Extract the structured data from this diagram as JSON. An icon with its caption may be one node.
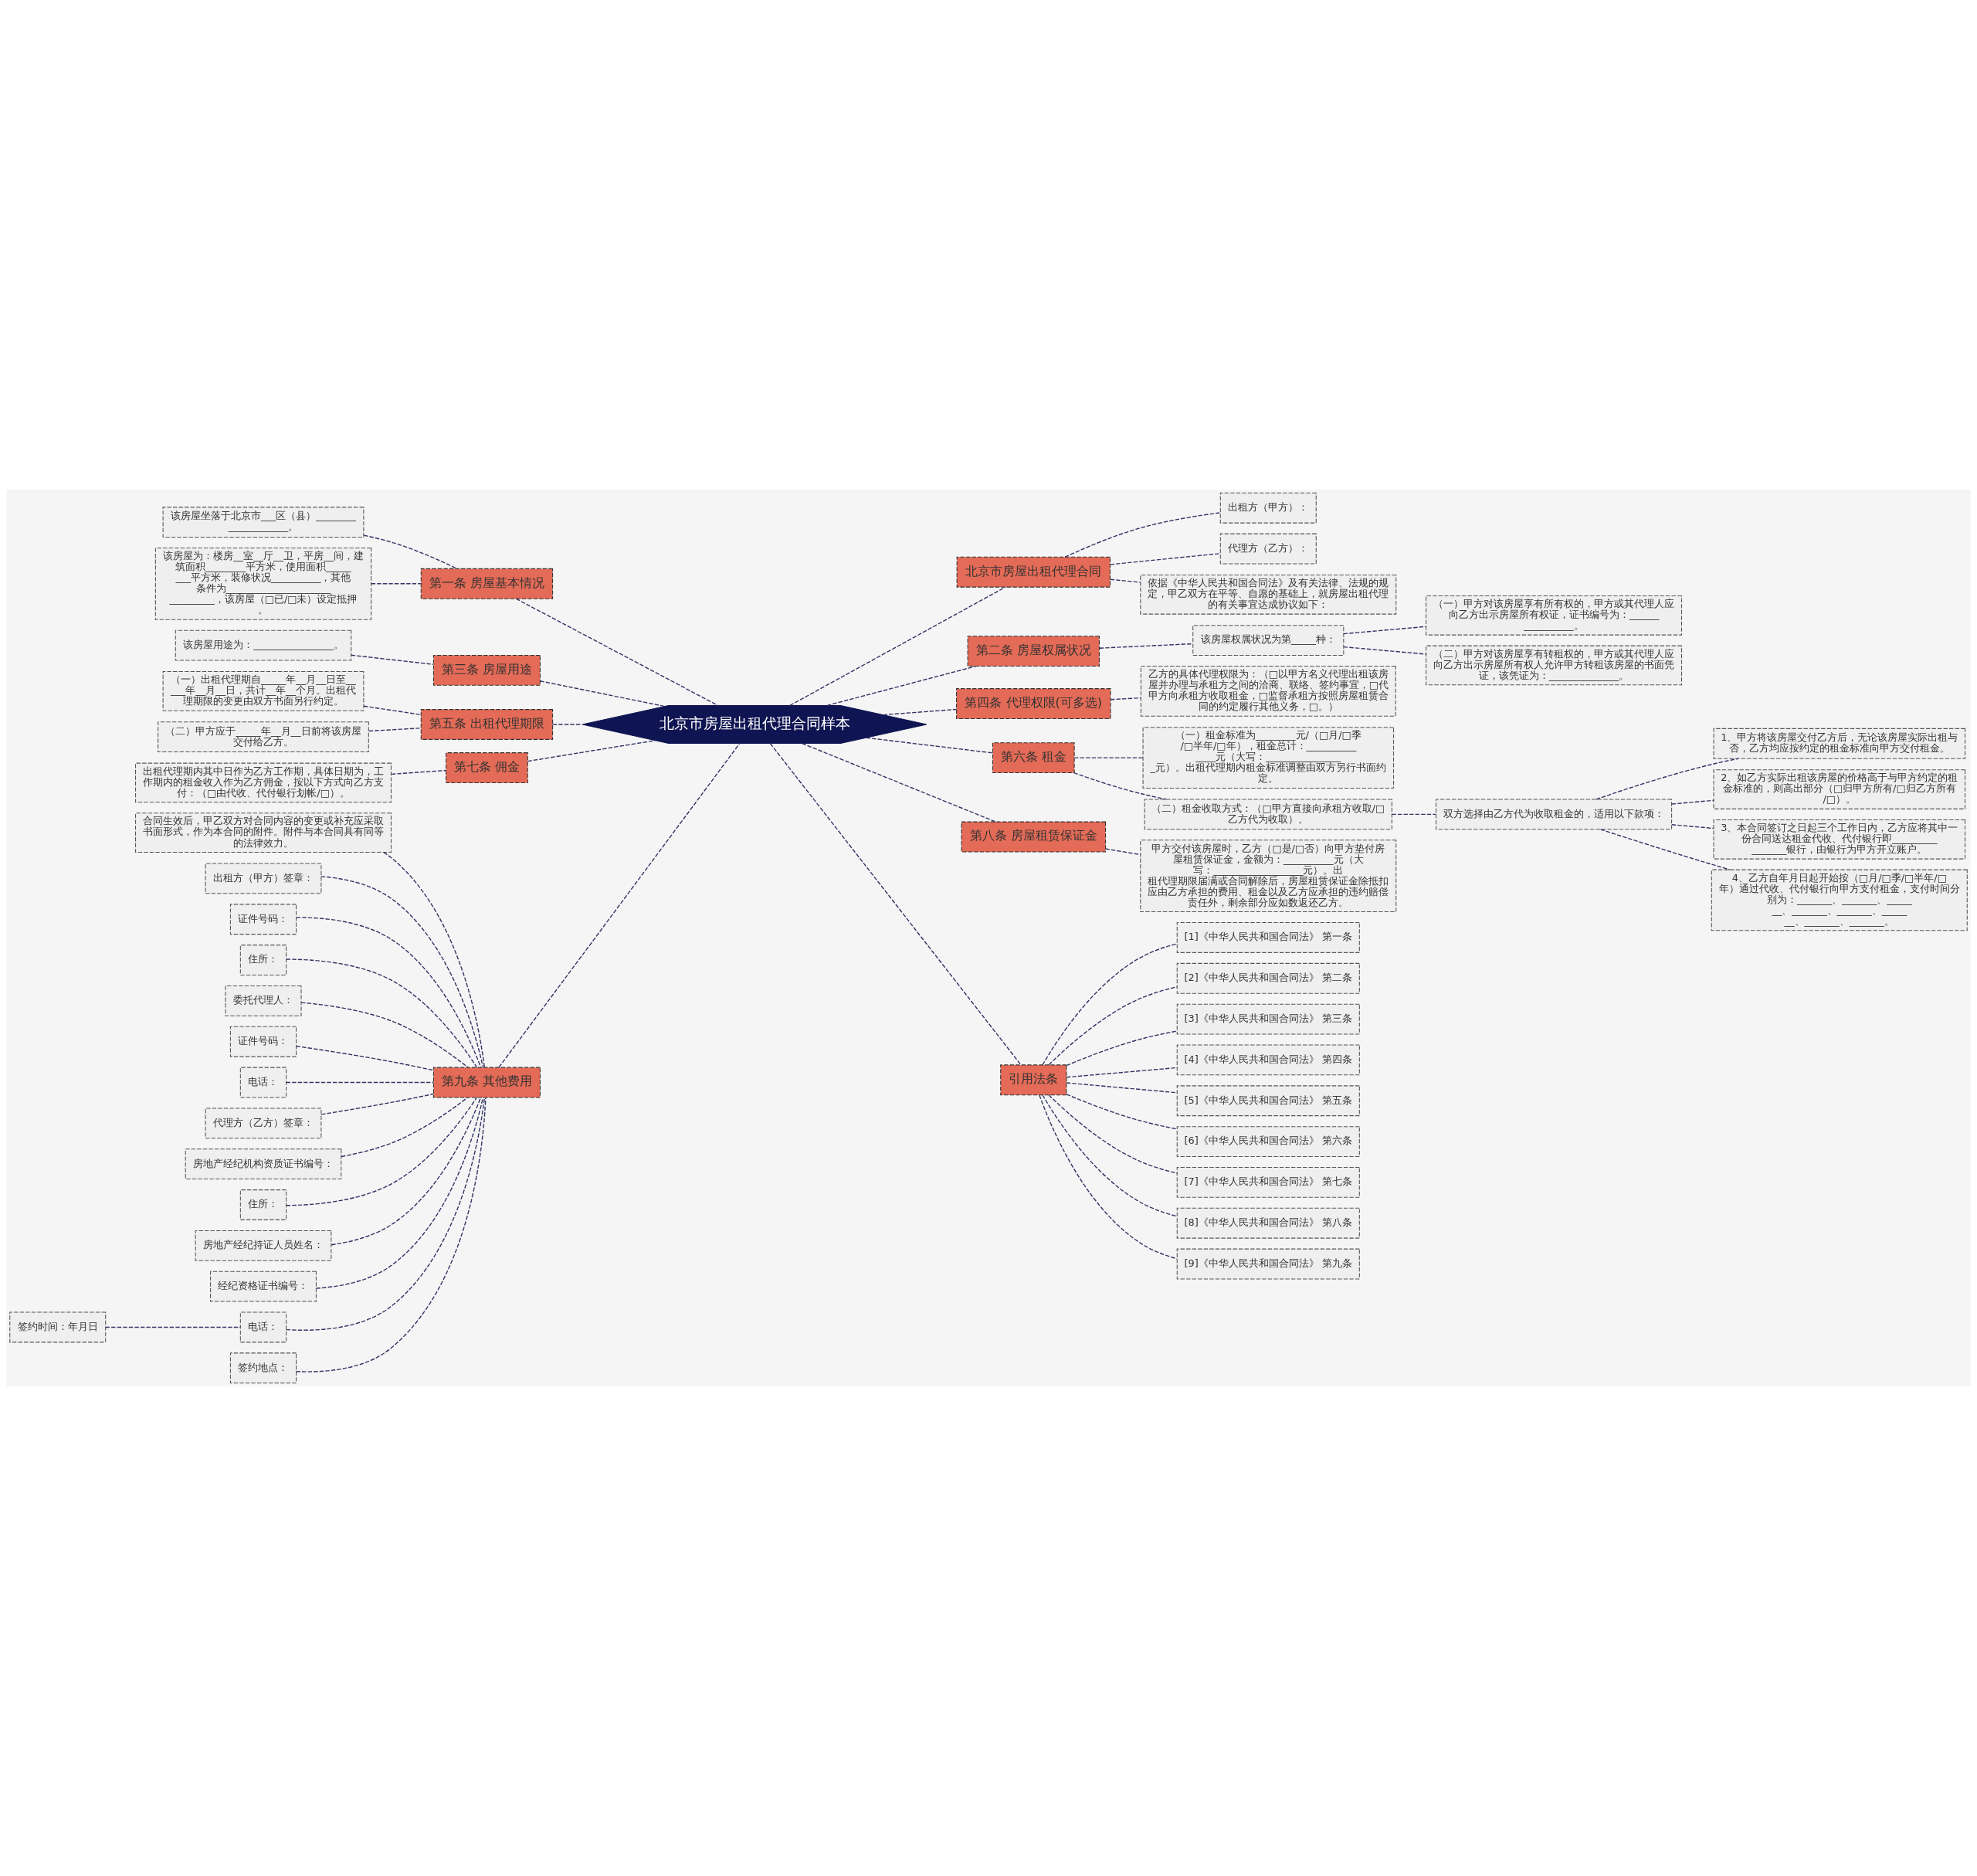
{
  "diagram": {
    "nodes": [
      {
        "text": [
          "北京市房屋出租代理合同样本"
        ]
      },
      {
        "text": [
          "北京市房屋出租代理合同"
        ]
      },
      {
        "text": [
          "出租方（甲方）："
        ]
      },
      {
        "text": [
          "代理方（乙方）："
        ]
      },
      {
        "text": [
          "依据《中华人民共和国合同法》及有关法律、法规的规定，甲乙双方在平等、自愿的基础上，就房屋出租代理的有关事宜达成协议如下："
        ]
      },
      {
        "text": [
          "第二条 房屋权属状况"
        ]
      },
      {
        "text": [
          "该房屋权属状况为第_____种："
        ]
      },
      {
        "text": [
          "（一）甲方对该房屋享有所有权的，甲方或其代理人应向乙方出示房屋所有权证，证书编号为：________________。"
        ]
      },
      {
        "text": [
          "（二）甲方对该房屋享有转租权的，甲方或其代理人应向乙方出示房屋所有权人允许甲方转租该房屋的书面凭证，该凭证为：______________。"
        ]
      },
      {
        "text": [
          "第四条 代理权限(可多选)"
        ]
      },
      {
        "text": [
          "乙方的具体代理权限为：（□以甲方名义代理出租该房屋并办理与承租方之间的洽商、联络、签约事宜，□代甲方向承租方收取租金，□监督承租方按照房屋租赁合同的约定履行其他义务，□。）"
        ]
      },
      {
        "text": [
          "第六条 租金"
        ]
      },
      {
        "text": [
          "（一）租金标准为________元/（□月/□季/□半年/□年），租金总计：______________元（大写：________________元）。出租代理期内租金标准调整由双方另行书面约定。"
        ]
      },
      {
        "text": [
          "（二）租金收取方式：（□甲方直接向承租方收取/□乙方代为收取）。"
        ]
      },
      {
        "text": [
          "双方选择由乙方代为收取租金的，适用以下款项："
        ]
      },
      {
        "text": [
          "1、甲方将该房屋交付乙方后，无论该房屋实际出租与否，乙方均应按约定的租金标准向甲方交付租金。"
        ]
      },
      {
        "text": [
          "2、如乙方实际出租该房屋的价格高于与甲方约定的租金标准的，则高出部分（□归甲方所有/□归乙方所有/□）。"
        ]
      },
      {
        "text": [
          "3、本合同签订之日起三个工作日内，乙方应将其中一份合同送达租金代收、代付银行即________________银行，由银行为甲方开立账户。"
        ]
      },
      {
        "text": [
          "4、乙方自年月日起开始按（□月/□季/□半年/□年）通过代收、代付银行向甲方支付租金，支付时间分别为：_______、_______、_______、_______、_______、_______、_______、_______。"
        ]
      },
      {
        "text": [
          "第八条 房屋租赁保证金"
        ]
      },
      {
        "text": [
          "甲方交付该房屋时，乙方（□是/□否）向甲方垫付房屋租赁保证金，金额为：__________元（大写：__________________元）。出租代理期限届满或合同解除后，房屋租赁保证金除抵扣应由乙方承担的费用、租金以及乙方应承担的违约赔偿责任外，剩余部分应如数返还乙方。"
        ]
      },
      {
        "text": [
          "引用法条"
        ]
      },
      {
        "text": [
          "[1]《中华人民共和国合同法》 第一条"
        ]
      },
      {
        "text": [
          "[2]《中华人民共和国合同法》 第二条"
        ]
      },
      {
        "text": [
          "[3]《中华人民共和国合同法》 第三条"
        ]
      },
      {
        "text": [
          "[4]《中华人民共和国合同法》 第四条"
        ]
      },
      {
        "text": [
          "[5]《中华人民共和国合同法》 第五条"
        ]
      },
      {
        "text": [
          "[6]《中华人民共和国合同法》 第六条"
        ]
      },
      {
        "text": [
          "[7]《中华人民共和国合同法》 第七条"
        ]
      },
      {
        "text": [
          "[8]《中华人民共和国合同法》 第八条"
        ]
      },
      {
        "text": [
          "[9]《中华人民共和国合同法》 第九条"
        ]
      },
      {
        "text": [
          "第一条 房屋基本情况"
        ]
      },
      {
        "text": [
          "该房屋坐落于北京市___区（县）____________________。"
        ]
      },
      {
        "text": [
          "该房屋为：楼房__室__厅__卫，平房__间，建筑面积________平方米，使用面积________平方米，装修状况__________，其他条件为______________________________，该房屋（□已/□未）设定抵押。"
        ]
      },
      {
        "text": [
          "第三条 房屋用途"
        ]
      },
      {
        "text": [
          "该房屋用途为：________________。"
        ]
      },
      {
        "text": [
          "第五条 出租代理期限"
        ]
      },
      {
        "text": [
          "（一）出租代理期自_____年__月__日至_____年__月__日，共计__年__个月。出租代理期限的变更由双方书面另行约定。"
        ]
      },
      {
        "text": [
          "（二）甲方应于_____年__月__日前将该房屋交付给乙方。"
        ]
      },
      {
        "text": [
          "第七条 佣金"
        ]
      },
      {
        "text": [
          "出租代理期内其中日作为乙方工作期，具体日期为，工作期内的租金收入作为乙方佣金，按以下方式向乙方支付：（□由代收、代付银行划帐/□）。"
        ]
      },
      {
        "text": [
          "第九条 其他费用"
        ]
      },
      {
        "text": [
          "合同生效后，甲乙双方对合同内容的变更或补充应采取书面形式，作为本合同的附件。附件与本合同具有同等的法律效力。"
        ]
      },
      {
        "text": [
          "出租方（甲方）签章："
        ]
      },
      {
        "text": [
          "证件号码："
        ]
      },
      {
        "text": [
          "住所："
        ]
      },
      {
        "text": [
          "委托代理人："
        ]
      },
      {
        "text": [
          "证件号码："
        ]
      },
      {
        "text": [
          "电话："
        ]
      },
      {
        "text": [
          "代理方（乙方）签章："
        ]
      },
      {
        "text": [
          "房地产经纪机构资质证书编号："
        ]
      },
      {
        "text": [
          "住所："
        ]
      },
      {
        "text": [
          "房地产经纪持证人员姓名："
        ]
      },
      {
        "text": [
          "经纪资格证书编号："
        ]
      },
      {
        "text": [
          "电话："
        ]
      },
      {
        "text": [
          "签约时间：年月日"
        ]
      },
      {
        "text": [
          "签约地点："
        ]
      }
    ],
    "edges": [
      {
        "from": 0,
        "to": 1,
        "arrow": "none"
      },
      {
        "from": 1,
        "to": 2,
        "arrow": "none"
      },
      {
        "from": 1,
        "to": 3,
        "arrow": "none"
      },
      {
        "from": 1,
        "to": 4,
        "arrow": "none"
      },
      {
        "from": 0,
        "to": 5,
        "arrow": "none"
      },
      {
        "from": 5,
        "to": 6,
        "arrow": "none"
      },
      {
        "from": 6,
        "to": 7,
        "arrow": "none"
      },
      {
        "from": 6,
        "to": 8,
        "arrow": "none"
      },
      {
        "from": 0,
        "to": 9,
        "arrow": "none"
      },
      {
        "from": 9,
        "to": 10,
        "arrow": "none"
      },
      {
        "from": 0,
        "to": 11,
        "arrow": "none"
      },
      {
        "from": 11,
        "to": 12,
        "arrow": "none"
      },
      {
        "from": 11,
        "to": 13,
        "arrow": "none"
      },
      {
        "from": 13,
        "to": 14,
        "arrow": "none"
      },
      {
        "from": 14,
        "to": 15,
        "arrow": "none"
      },
      {
        "from": 14,
        "to": 16,
        "arrow": "none"
      },
      {
        "from": 14,
        "to": 17,
        "arrow": "none"
      },
      {
        "from": 14,
        "to": 18,
        "arrow": "none"
      },
      {
        "from": 0,
        "to": 19,
        "arrow": "none"
      },
      {
        "from": 19,
        "to": 20,
        "arrow": "none"
      },
      {
        "from": 0,
        "to": 21,
        "arrow": "none"
      },
      {
        "from": 21,
        "to": 22,
        "arrow": "none"
      },
      {
        "from": 21,
        "to": 23,
        "arrow": "none"
      },
      {
        "from": 21,
        "to": 24,
        "arrow": "none"
      },
      {
        "from": 21,
        "to": 25,
        "arrow": "none"
      },
      {
        "from": 21,
        "to": 26,
        "arrow": "none"
      },
      {
        "from": 21,
        "to": 27,
        "arrow": "none"
      },
      {
        "from": 21,
        "to": 28,
        "arrow": "none"
      },
      {
        "from": 21,
        "to": 29,
        "arrow": "none"
      },
      {
        "from": 21,
        "to": 30,
        "arrow": "none"
      },
      {
        "from": 0,
        "to": 31,
        "arrow": "none"
      },
      {
        "from": 31,
        "to": 32,
        "arrow": "none"
      },
      {
        "from": 31,
        "to": 33,
        "arrow": "none"
      },
      {
        "from": 0,
        "to": 34,
        "arrow": "none"
      },
      {
        "from": 34,
        "to": 35,
        "arrow": "none"
      },
      {
        "from": 0,
        "to": 36,
        "arrow": "none"
      },
      {
        "from": 36,
        "to": 37,
        "arrow": "none"
      },
      {
        "from": 36,
        "to": 38,
        "arrow": "none"
      },
      {
        "from": 0,
        "to": 39,
        "arrow": "none"
      },
      {
        "from": 39,
        "to": 40,
        "arrow": "none"
      },
      {
        "from": 0,
        "to": 41,
        "arrow": "none"
      },
      {
        "from": 41,
        "to": 42,
        "arrow": "none"
      },
      {
        "from": 41,
        "to": 43,
        "arrow": "none"
      },
      {
        "from": 41,
        "to": 44,
        "arrow": "none"
      },
      {
        "from": 41,
        "to": 45,
        "arrow": "none"
      },
      {
        "from": 41,
        "to": 46,
        "arrow": "none"
      },
      {
        "from": 41,
        "to": 47,
        "arrow": "none"
      },
      {
        "from": 41,
        "to": 48,
        "arrow": "none"
      },
      {
        "from": 41,
        "to": 49,
        "arrow": "none"
      },
      {
        "from": 41,
        "to": 50,
        "arrow": "none"
      },
      {
        "from": 41,
        "to": 51,
        "arrow": "none"
      },
      {
        "from": 41,
        "to": 52,
        "arrow": "none"
      },
      {
        "from": 41,
        "to": 53,
        "arrow": "none"
      },
      {
        "from": 41,
        "to": 54,
        "arrow": "none"
      },
      {
        "from": 54,
        "to": 55,
        "arrow": "none"
      },
      {
        "from": 41,
        "to": 56,
        "arrow": "none"
      }
    ]
  }
}
